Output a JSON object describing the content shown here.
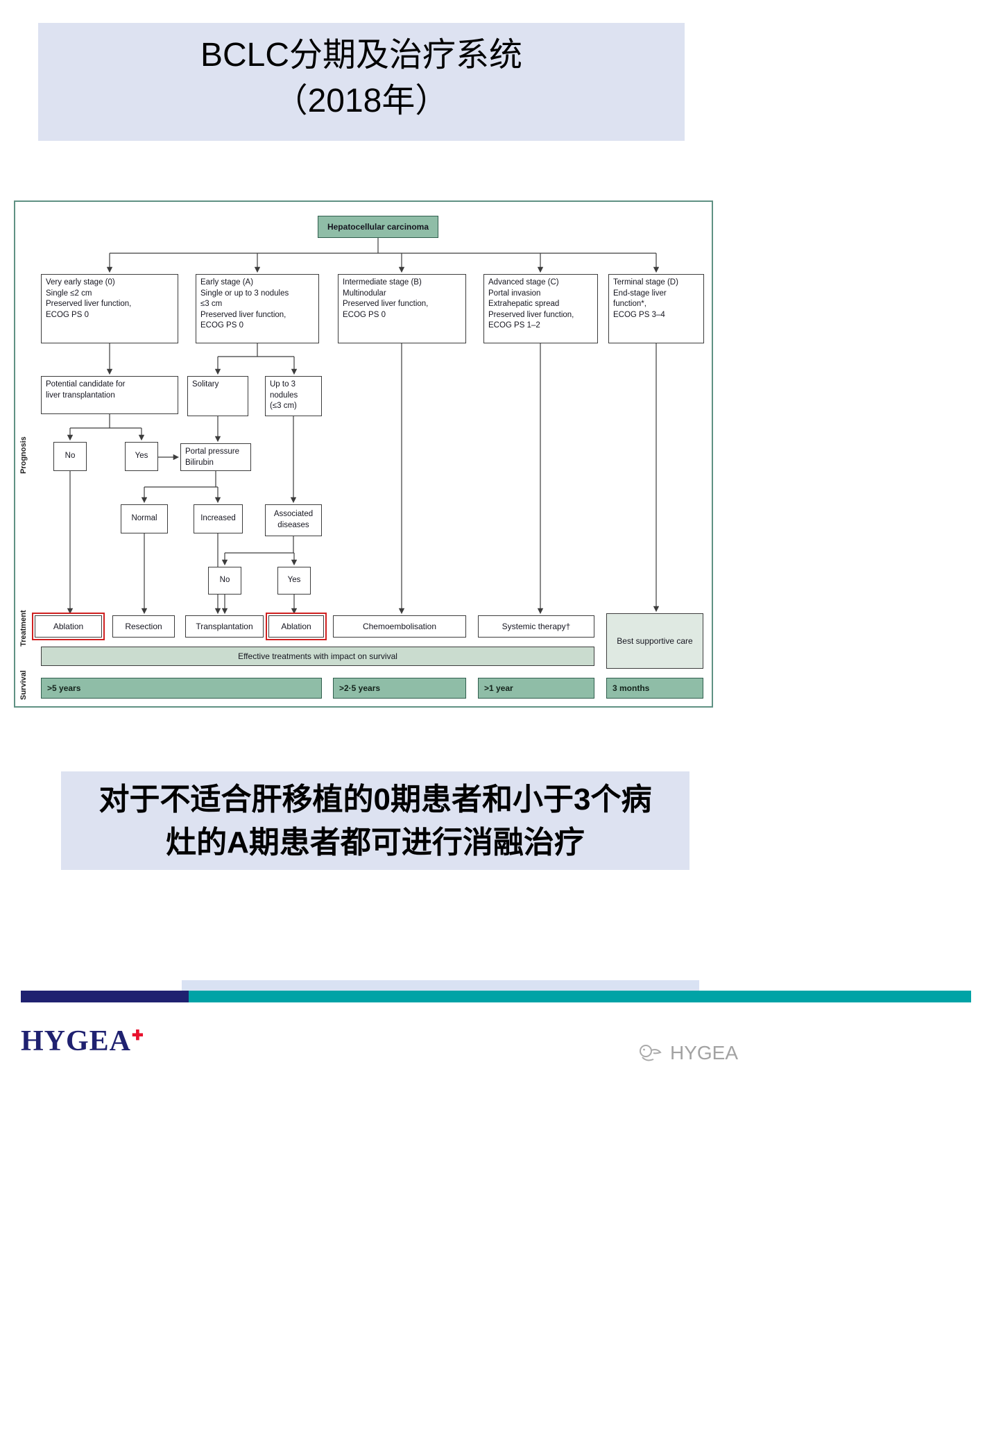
{
  "header": {
    "title_line1": "BCLC分期及治疗系统",
    "title_line2": "（2018年）"
  },
  "flowchart": {
    "root_label": "Hepatocellular carcinoma",
    "side_labels": {
      "prognosis": "Prognosis",
      "treatment": "Treatment",
      "survival": "Survival"
    },
    "stages": [
      {
        "id": "very-early",
        "label": "Very early stage (0)\nSingle ≤2 cm\nPreserved liver function,\nECOG PS 0"
      },
      {
        "id": "early",
        "label": "Early stage (A)\nSingle or up to 3 nodules\n≤3 cm\nPreserved liver function,\nECOG PS 0"
      },
      {
        "id": "intermediate",
        "label": "Intermediate stage (B)\nMultinodular\nPreserved liver function,\nECOG PS 0"
      },
      {
        "id": "advanced",
        "label": "Advanced stage (C)\nPortal invasion\nExtrahepatic spread\nPreserved liver function,\nECOG PS 1–2"
      },
      {
        "id": "terminal",
        "label": "Terminal stage (D)\nEnd-stage liver\nfunction*,\nECOG PS 3–4"
      }
    ],
    "nodes": {
      "transplant_candidate": "Potential candidate for\nliver transplantation",
      "solitary": "Solitary",
      "up_to_3_nodules": "Up to 3\nnodules\n(≤3 cm)",
      "no_1": "No",
      "yes_1": "Yes",
      "portal_pressure": "Portal pressure\nBilirubin",
      "normal": "Normal",
      "increased": "Increased",
      "associated_diseases": "Associated\ndiseases",
      "no_2": "No",
      "yes_2": "Yes"
    },
    "treatments": {
      "ablation_1": "Ablation",
      "resection": "Resection",
      "transplantation": "Transplantation",
      "ablation_2": "Ablation",
      "chemoembolisation": "Chemoembolisation",
      "systemic_therapy": "Systemic therapy†",
      "best_supportive_care": "Best supportive care"
    },
    "effective_bar": "Effective treatments with impact on survival",
    "survival_bars": [
      ">5 years",
      ">2·5 years",
      ">1 year",
      "3 months"
    ]
  },
  "caption": {
    "line1": "对于不适合肝移植的0期患者和小于3个病",
    "line2": "灶的A期患者都可进行消融治疗"
  },
  "footer": {
    "logo_text": "HYGEA",
    "watermark_text": "HYGEA"
  },
  "colors": {
    "panel_bg": "#dde2f1",
    "chart_green": "#8fbda7",
    "chart_green_light": "#cadccf",
    "chart_green_pale": "#dfe9e2",
    "chart_border_green": "#5f9183",
    "highlight_red": "#cf2020",
    "navy": "#1f2170",
    "teal": "#00a3a6"
  }
}
